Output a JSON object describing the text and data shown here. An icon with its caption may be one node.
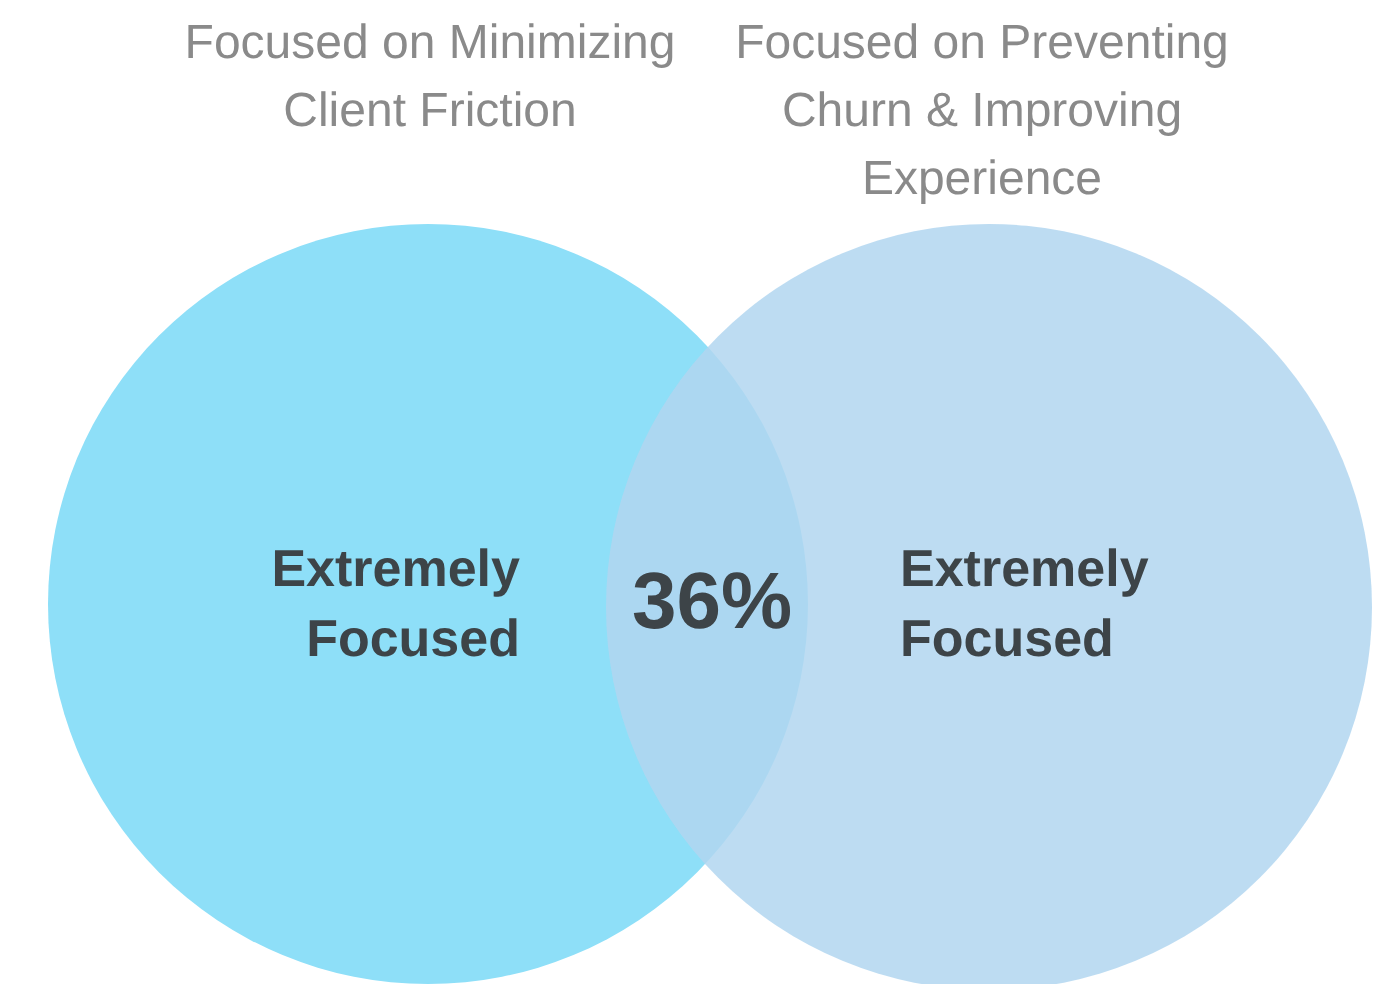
{
  "diagram": {
    "nodes": [
      {
        "text": [
          "Focused on Minimizing Client Friction",
          "Extremely Focused"
        ]
      },
      {
        "text": [
          "Focused on Preventing Churn & Improving Experience",
          "Extremely Focused"
        ]
      }
    ],
    "labels": [
      "36%"
    ]
  }
}
